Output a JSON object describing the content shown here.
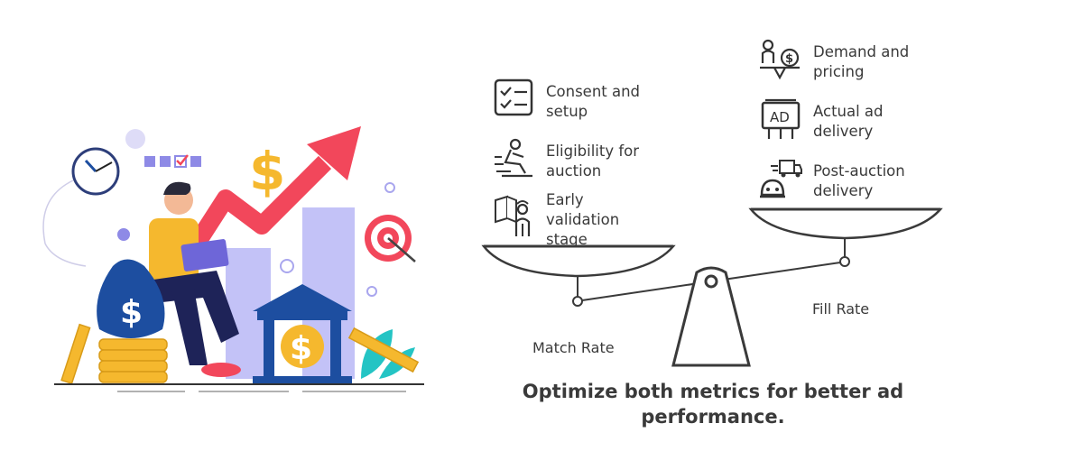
{
  "left_side_factors": [
    {
      "icon": "checklist-icon",
      "text": "Consent and\nsetup"
    },
    {
      "icon": "slide-icon",
      "text": "Eligibility for\nauction"
    },
    {
      "icon": "inspection-icon",
      "text": "Early\nvalidation\nstage"
    }
  ],
  "right_side_factors": [
    {
      "icon": "scale-money-icon",
      "text": "Demand and\npricing"
    },
    {
      "icon": "billboard-ad-icon",
      "text": "Actual ad\ndelivery"
    },
    {
      "icon": "delivery-truck-icon",
      "text": "Post-auction\ndelivery"
    }
  ],
  "left_pan_label": "Match Rate",
  "right_pan_label": "Fill Rate",
  "caption": "Optimize both metrics for better ad performance.",
  "illustration": {
    "dollar_symbol": "$",
    "billboard_text": "AD"
  },
  "colors": {
    "accent_red": "#f2475b",
    "gold": "#f5b82e",
    "navy": "#1d4ea0",
    "lavender": "#b9b8f5",
    "line": "#3a3a3a"
  }
}
